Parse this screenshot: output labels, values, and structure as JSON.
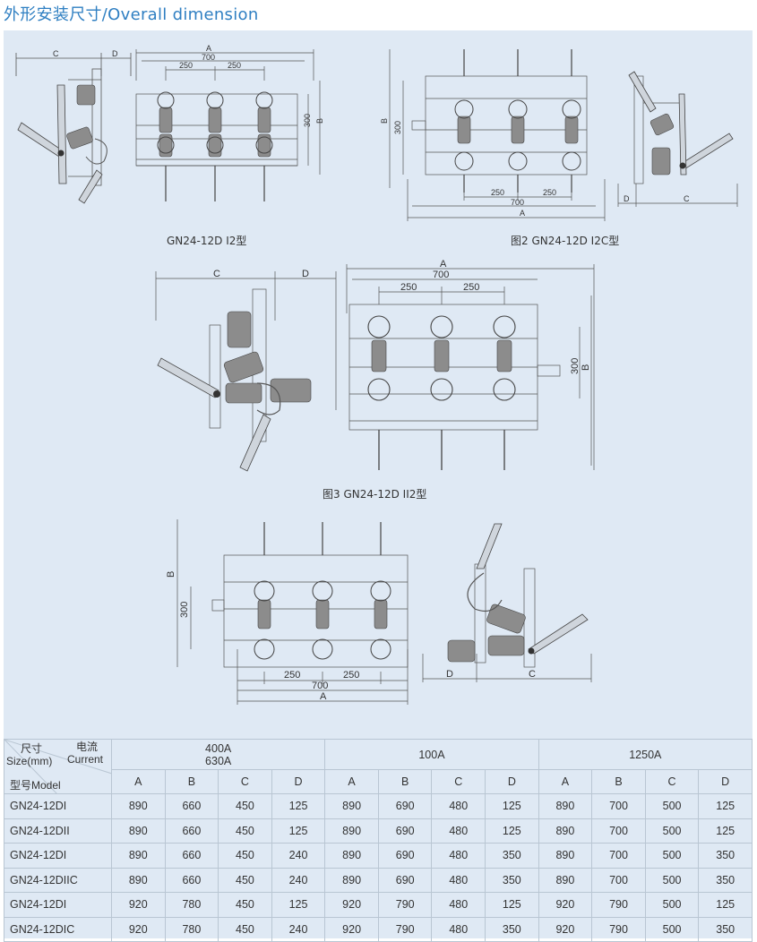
{
  "page": {
    "title": "外形安装尺寸/Overall dimension"
  },
  "figures": {
    "fig1": {
      "caption": "GN24-12D I2型",
      "dims": {
        "A": "A",
        "total": "700",
        "pitch": "250",
        "height": "300",
        "B": "B",
        "C": "C",
        "D": "D"
      }
    },
    "fig2": {
      "caption": "图2 GN24-12D I2C型",
      "dims": {
        "A": "A",
        "total": "700",
        "pitch": "250",
        "height": "300",
        "B": "B",
        "C": "C",
        "D": "D"
      }
    },
    "fig3": {
      "caption": "图3 GN24-12D II2型",
      "dims": {
        "A": "A",
        "total": "700",
        "pitch": "250",
        "height": "300",
        "B": "B",
        "C": "C",
        "D": "D"
      }
    },
    "fig4": {
      "dims": {
        "A": "A",
        "total": "700",
        "pitch": "250",
        "height": "300",
        "B": "B",
        "C": "C",
        "D": "D"
      }
    }
  },
  "colors": {
    "panel": "#dfe9f4",
    "title": "#2f7fc2",
    "line": "#555555",
    "fill": "#8c8c8c"
  },
  "table": {
    "corner": {
      "size_cn": "尺寸",
      "size_en": "Size(mm)",
      "current_cn": "电流",
      "current_en": "Current",
      "model": "型号Model"
    },
    "groups": [
      {
        "line1": "400A",
        "line2": "630A"
      },
      {
        "line1": "100A",
        "line2": ""
      },
      {
        "line1": "1250A",
        "line2": ""
      }
    ],
    "columns": [
      "A",
      "B",
      "C",
      "D",
      "A",
      "B",
      "C",
      "D",
      "A",
      "B",
      "C",
      "D"
    ],
    "rows": [
      {
        "model": "GN24-12DI",
        "values": [
          "890",
          "660",
          "450",
          "125",
          "890",
          "690",
          "480",
          "125",
          "890",
          "700",
          "500",
          "125"
        ]
      },
      {
        "model": "GN24-12DII",
        "values": [
          "890",
          "660",
          "450",
          "125",
          "890",
          "690",
          "480",
          "125",
          "890",
          "700",
          "500",
          "125"
        ]
      },
      {
        "model": "GN24-12DI",
        "values": [
          "890",
          "660",
          "450",
          "240",
          "890",
          "690",
          "480",
          "350",
          "890",
          "700",
          "500",
          "350"
        ]
      },
      {
        "model": "GN24-12DIIC",
        "values": [
          "890",
          "660",
          "450",
          "240",
          "890",
          "690",
          "480",
          "350",
          "890",
          "700",
          "500",
          "350"
        ]
      },
      {
        "model": "GN24-12DI",
        "values": [
          "920",
          "780",
          "450",
          "125",
          "920",
          "790",
          "480",
          "125",
          "920",
          "790",
          "500",
          "125"
        ]
      },
      {
        "model": "GN24-12DIC",
        "values": [
          "920",
          "780",
          "450",
          "240",
          "920",
          "790",
          "480",
          "350",
          "920",
          "790",
          "500",
          "350"
        ]
      }
    ]
  }
}
